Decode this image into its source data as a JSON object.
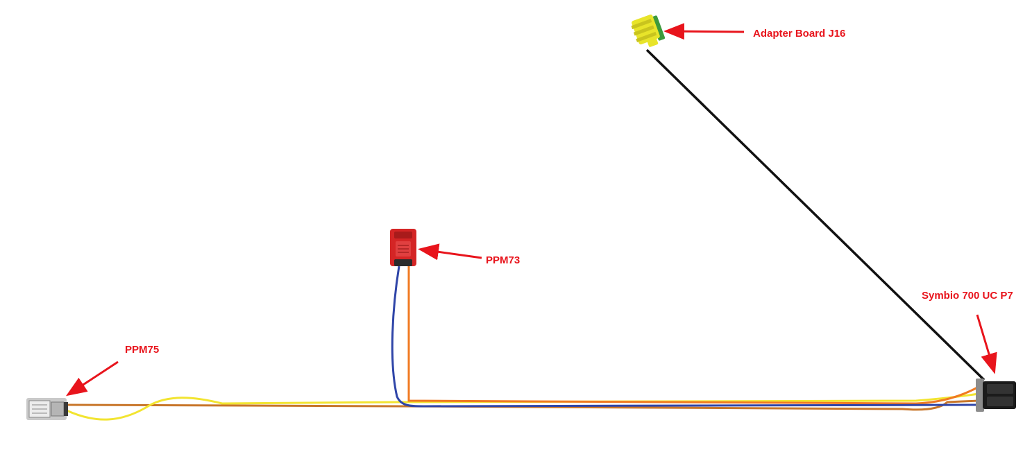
{
  "labels": {
    "adapter_board": "Adapter Board J16",
    "ppm73": "PPM73",
    "ppm75": "PPM75",
    "symbio": "Symbio 700 UC P7"
  },
  "colors": {
    "label": "#e8141c",
    "arrow": "#e8141c",
    "wire_black": "#111111",
    "wire_yellow": "#f2e430",
    "wire_orange": "#f07a22",
    "wire_blue": "#2f45a8",
    "wire_brown": "#c8762a",
    "connector_yellow": "#e8e42a",
    "connector_green": "#3c9a3c",
    "connector_red": "#d42525",
    "connector_gray": "#c9c9c9",
    "connector_black": "#1b1b1b"
  }
}
